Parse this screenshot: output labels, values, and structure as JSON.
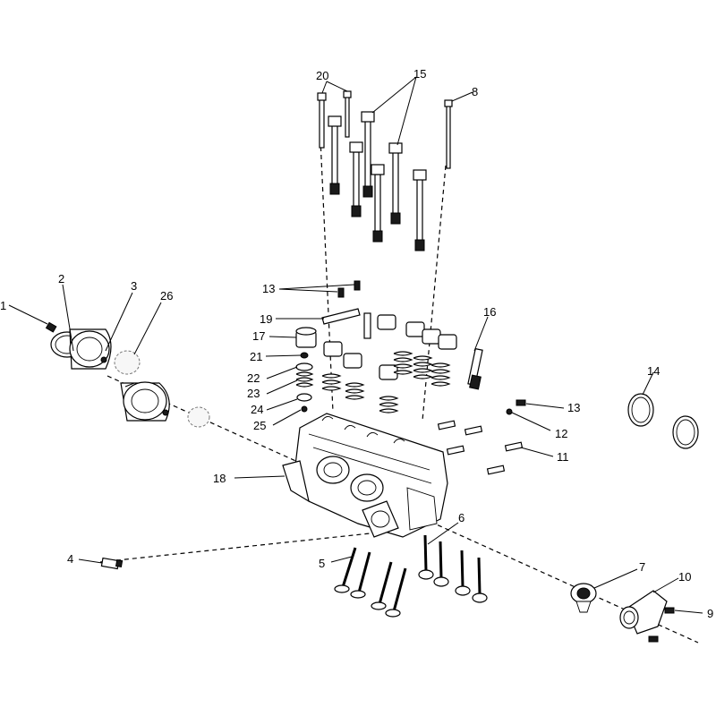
{
  "diagram": {
    "callouts": {
      "c1": "1",
      "c2": "2",
      "c3": "3",
      "c4": "4",
      "c5": "5",
      "c6": "6",
      "c7": "7",
      "c8": "8",
      "c9": "9",
      "c10": "10",
      "c11": "11",
      "c12": "12",
      "c13a": "13",
      "c13b": "13",
      "c14": "14",
      "c15": "15",
      "c16": "16",
      "c17": "17",
      "c18": "18",
      "c19": "19",
      "c20": "20",
      "c21": "21",
      "c22": "22",
      "c23": "23",
      "c24": "24",
      "c25": "25",
      "c26": "26"
    },
    "colors": {
      "ink": "#000000",
      "background": "#ffffff"
    }
  }
}
